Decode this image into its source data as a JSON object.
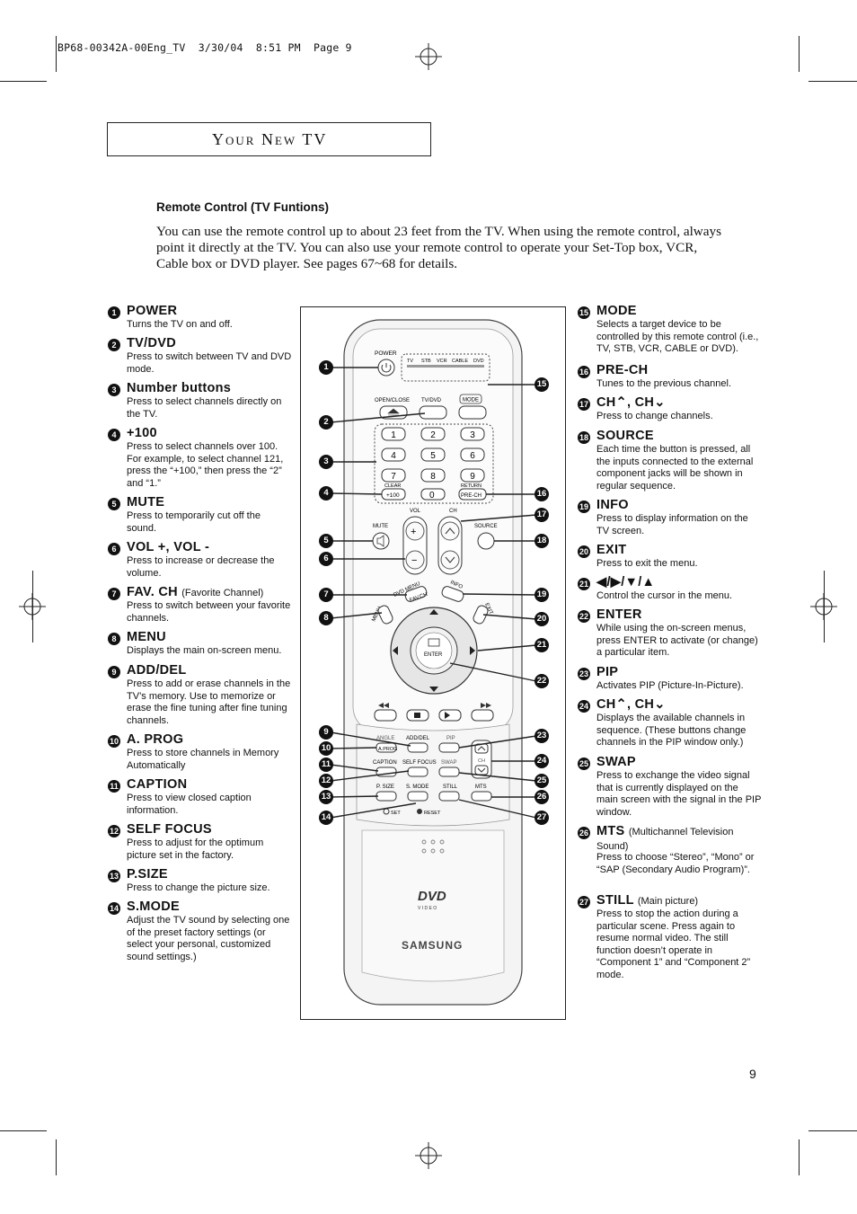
{
  "header": {
    "print_line": "BP68-00342A-00Eng_TV  3/30/04  8:51 PM  Page 9"
  },
  "section_title": "Your New TV",
  "subtitle": "Remote Control (TV Funtions)",
  "intro": "You can use the remote control up to about 23 feet from the TV. When using the remote control, always point it directly at the TV. You can also use your remote control to operate your Set-Top box, VCR, Cable box or DVD player. See pages 67~68 for details.",
  "page_number": "9",
  "left_items": [
    {
      "n": "1",
      "title": "POWER",
      "note": "",
      "desc": "Turns the TV on and off."
    },
    {
      "n": "2",
      "title": "TV/DVD",
      "note": "",
      "desc": "Press to switch between TV and DVD mode."
    },
    {
      "n": "3",
      "title": "Number buttons",
      "note": "",
      "desc": "Press to select channels directly on the TV."
    },
    {
      "n": "4",
      "title": "+100",
      "note": "",
      "desc": "Press to select channels over 100. For example, to select channel 121, press the “+100,” then press the “2” and “1.”"
    },
    {
      "n": "5",
      "title": "MUTE",
      "note": "",
      "desc": "Press to temporarily cut off the sound."
    },
    {
      "n": "6",
      "title": "VOL +, VOL -",
      "note": "",
      "desc": "Press to increase or decrease the volume."
    },
    {
      "n": "7",
      "title": "FAV. CH",
      "note": "(Favorite Channel)",
      "desc": "Press to switch between your favorite channels."
    },
    {
      "n": "8",
      "title": "MENU",
      "note": "",
      "desc": "Displays the main on-screen menu."
    },
    {
      "n": "9",
      "title": "ADD/DEL",
      "note": "",
      "desc": "Press to add or erase channels in the TV’s memory. Use to memorize or erase the fine tuning after fine tuning channels."
    },
    {
      "n": "10",
      "title": "A. PROG",
      "note": "",
      "desc": "Press to store channels in Memory Automatically"
    },
    {
      "n": "11",
      "title": "CAPTION",
      "note": "",
      "desc": "Press to view closed caption information."
    },
    {
      "n": "12",
      "title": "SELF FOCUS",
      "note": "",
      "desc": "Press to adjust for the optimum picture set in the factory."
    },
    {
      "n": "13",
      "title": "P.SIZE",
      "note": "",
      "desc": "Press to change the picture size."
    },
    {
      "n": "14",
      "title": "S.MODE",
      "note": "",
      "desc": "Adjust the TV sound by selecting one of the preset factory settings (or select your personal, customized sound settings.)"
    }
  ],
  "right_items": [
    {
      "n": "15",
      "title": "MODE",
      "note": "",
      "desc": "Selects a target device to be controlled by this remote control (i.e., TV, STB, VCR, CABLE or DVD)."
    },
    {
      "n": "16",
      "title": "PRE-CH",
      "note": "",
      "desc": "Tunes to the previous channel."
    },
    {
      "n": "17",
      "title": "CH⌃, CH⌄",
      "note": "",
      "desc": "Press to change channels."
    },
    {
      "n": "18",
      "title": "SOURCE",
      "note": "",
      "desc": "Each time the button is pressed, all the inputs connected to the external component jacks will be shown in regular sequence."
    },
    {
      "n": "19",
      "title": "INFO",
      "note": "",
      "desc": "Press to display information on the TV screen."
    },
    {
      "n": "20",
      "title": "EXIT",
      "note": "",
      "desc": "Press to exit the menu."
    },
    {
      "n": "21",
      "title": "◀/▶/▼/▲",
      "note": "",
      "desc": "Control the cursor in the menu."
    },
    {
      "n": "22",
      "title": "ENTER",
      "note": "",
      "desc": "While using the on-screen menus, press ENTER to activate (or change) a particular item."
    },
    {
      "n": "23",
      "title": "PIP",
      "note": "",
      "desc": "Activates PIP (Picture-In-Picture)."
    },
    {
      "n": "24",
      "title": "CH⌃, CH⌄",
      "note": "",
      "desc": "Displays the available channels in sequence. (These buttons change channels in the PIP window only.)"
    },
    {
      "n": "25",
      "title": "SWAP",
      "note": "",
      "desc": "Press to exchange the video signal that is currently displayed on the main screen with the signal in the PIP window."
    },
    {
      "n": "26",
      "title": "MTS",
      "note": "(Multichannel Television Sound)",
      "desc": "Press to choose “Stereo”, “Mono” or “SAP (Secondary Audio Program)”."
    },
    {
      "n": "27",
      "title": "STILL",
      "note": "(Main picture)",
      "desc": "Press to stop the action during a particular scene. Press again to resume normal video. The still function doesn’t operate in “Component 1” and “Component 2” mode."
    }
  ],
  "remote": {
    "power_label": "POWER",
    "modes": [
      "TV",
      "STB",
      "VCR",
      "CABLE",
      "DVD"
    ],
    "open_close": "OPEN/CLOSE",
    "tvdvd": "TV/DVD",
    "mode": "MODE",
    "digits": [
      "1",
      "2",
      "3",
      "4",
      "5",
      "6",
      "7",
      "8",
      "9"
    ],
    "clear": "CLEAR",
    "plus100": "+100",
    "zero": "0",
    "return": "RETURN",
    "prech": "PRE-CH",
    "mute": "MUTE",
    "vol": "VOL",
    "ch": "CH",
    "source": "SOURCE",
    "dvd_menu": "DVD MENU",
    "info": "INFO",
    "menu": "MENU",
    "fav": "FAV.CH",
    "exit": "EXIT",
    "enter": "ENTER",
    "angle": "ANGLE",
    "adddel": "ADD/DEL",
    "pip": "PIP",
    "aprog": "A.PROG",
    "caption": "CAPTION",
    "selffocus": "SELF FOCUS",
    "swap": "SWAP",
    "psize": "P. SIZE",
    "smode": "S. MODE",
    "still": "STILL",
    "mts": "MTS",
    "set": "SET",
    "reset": "RESET",
    "pip_ch": "CH",
    "brand": "SAMSUNG",
    "dvd_logo": "DVD",
    "video": "V I D E O"
  }
}
